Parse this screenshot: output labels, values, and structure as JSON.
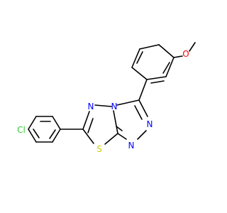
{
  "molecule": {
    "atoms": [
      {
        "id": "cl",
        "label": "Cl",
        "color": "#33cc33"
      },
      {
        "id": "s",
        "label": "S",
        "color": "#cccc00"
      },
      {
        "id": "n1",
        "label": "N",
        "color": "#0000ff"
      },
      {
        "id": "n2",
        "label": "N",
        "color": "#0000ff"
      },
      {
        "id": "n3",
        "label": "N",
        "color": "#0000ff"
      },
      {
        "id": "n4",
        "label": "N",
        "color": "#0000ff"
      },
      {
        "id": "o",
        "label": "O",
        "color": "#ff0000"
      }
    ],
    "bond_color": "#000000"
  }
}
